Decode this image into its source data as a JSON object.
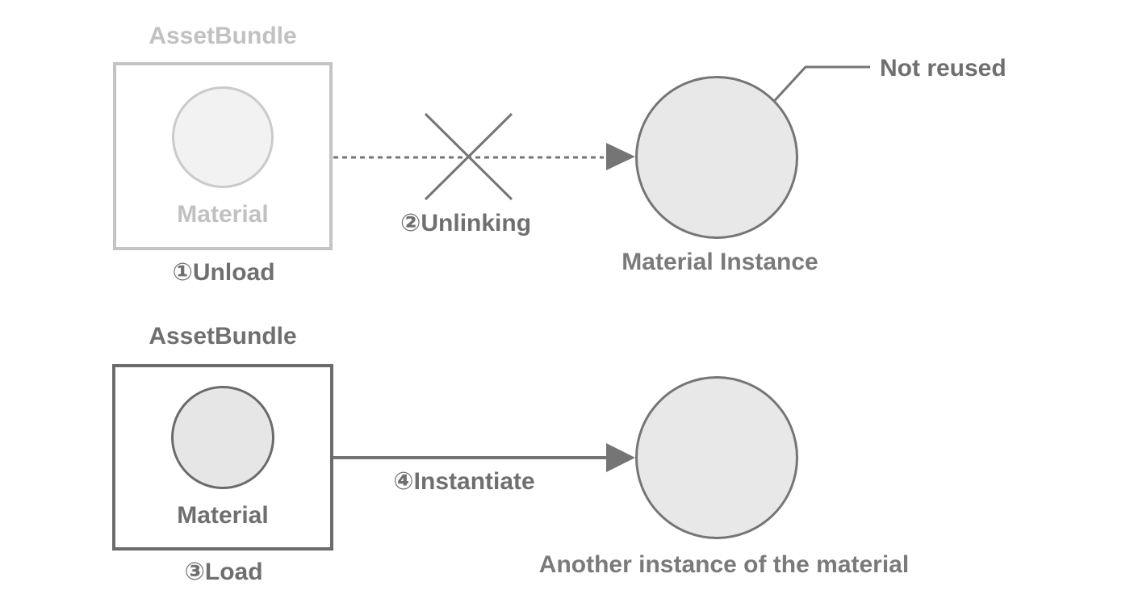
{
  "colors": {
    "background": "#ffffff",
    "faded_text": "#c1c1c1",
    "faded_box_border": "#c4c4c4",
    "faded_circle_border": "#cacaca",
    "faded_circle_fill": "#f2f2f2",
    "dark_text": "#6f6f6f",
    "caption_text": "#7a7a7a",
    "line": "#757575",
    "dark_border": "#6b6b6b",
    "instance_circle_fill": "#e8e8e8"
  },
  "top_row": {
    "assetbundle_label": "AssetBundle",
    "material_label": "Material",
    "unload_step": "①Unload",
    "unlinking_step": "②Unlinking",
    "instance_label": "Material Instance",
    "not_reused_callout": "Not reused"
  },
  "bottom_row": {
    "assetbundle_label": "AssetBundle",
    "material_label": "Material",
    "load_step": "③Load",
    "instantiate_step": "④Instantiate",
    "instance_label": "Another instance of the material"
  }
}
